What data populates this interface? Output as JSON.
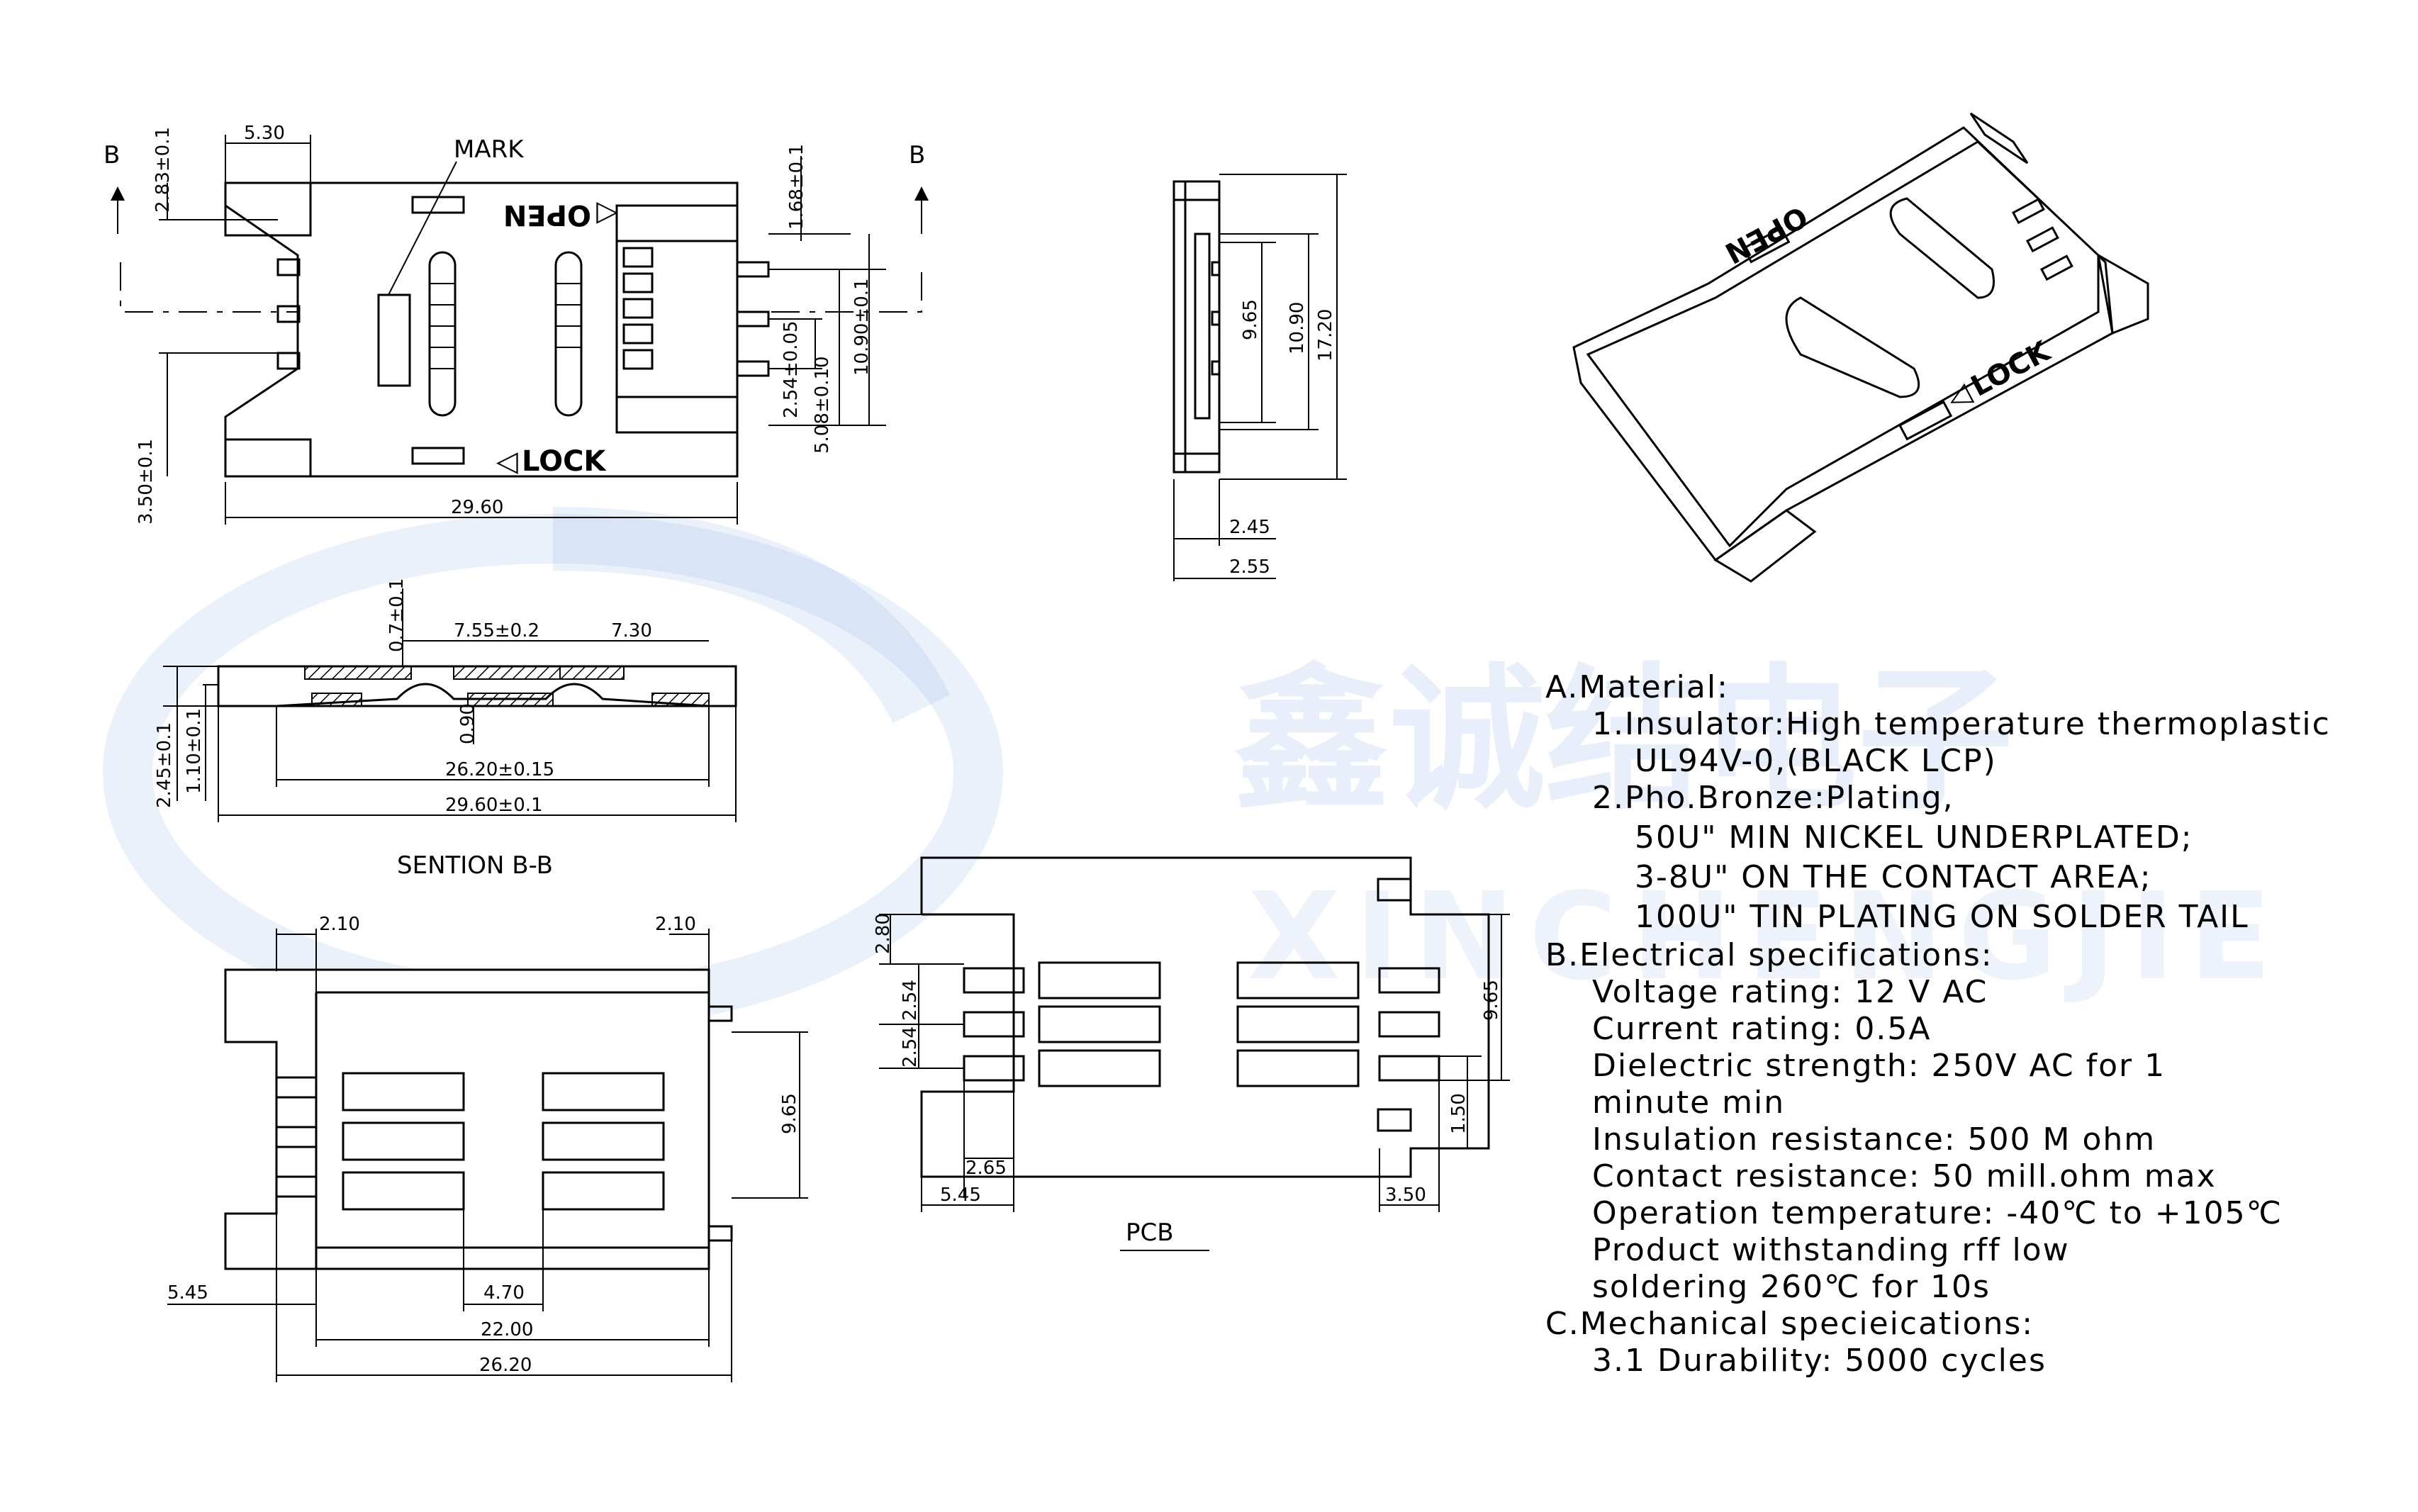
{
  "watermark": {
    "chinese": "鑫诚结电子",
    "english": "XINCHENGJIE"
  },
  "top_view": {
    "section_left": "B",
    "section_right": "B",
    "mark_label": "MARK",
    "open_label": "OPEN",
    "lock_label": "LOCK",
    "dims": {
      "d530": "5.30",
      "d283": "2.83±0.1",
      "d350": "3.50±0.1",
      "d2960": "29.60",
      "d168": "1.68±0.1",
      "d254": "2.54±0.05",
      "d508": "5.08±0.10",
      "d1090": "10.90±0.1"
    }
  },
  "side_view": {
    "dims": {
      "d965": "9.65",
      "d1090": "10.90",
      "d1720": "17.20",
      "d245": "2.45",
      "d255": "2.55"
    }
  },
  "section_view": {
    "title": "SENTION B-B",
    "dims": {
      "d07": "0.7±0.1",
      "d755": "7.55±0.2",
      "d730": "7.30",
      "d090": "0.90",
      "d245": "2.45±0.1",
      "d110": "1.10±0.1",
      "d2620": "26.20±0.15",
      "d2960": "29.60±0.1"
    }
  },
  "bottom_view": {
    "dims": {
      "d210a": "2.10",
      "d210b": "2.10",
      "d965": "9.65",
      "d545": "5.45",
      "d470": "4.70",
      "d2200": "22.00",
      "d2620": "26.20"
    }
  },
  "pcb_view": {
    "title": "PCB",
    "dims": {
      "d280": "2.80",
      "d254a": "2.54",
      "d254b": "2.54",
      "d265": "2.65",
      "d545": "5.45",
      "d965": "9.65",
      "d150": "1.50",
      "d350": "3.50"
    }
  },
  "specs": [
    "A.Material:",
    "1.Insulator:High temperature thermoplastic",
    "UL94V-0,(BLACK LCP)",
    "2.Pho.Bronze:Plating,",
    "50U\" MIN NICKEL UNDERPLATED;",
    "3-8U\" ON THE CONTACT AREA;",
    "100U\" TIN PLATING ON SOLDER TAIL",
    "B.Electrical specifications:",
    "Voltage rating: 12 V AC",
    "Current rating: 0.5A",
    "Dielectric strength: 250V AC for 1",
    "minute min",
    "Insulation resistance: 500 M ohm",
    "Contact resistance: 50 mill.ohm max",
    "Operation temperature: -40℃ to +105℃",
    "Product withstanding rff low",
    "soldering 260℃ for 10s",
    "C.Mechanical specieications:",
    "3.1 Durability: 5000 cycles"
  ],
  "iso_view": {
    "open_label": "OPEN",
    "lock_label": "LOCK"
  }
}
